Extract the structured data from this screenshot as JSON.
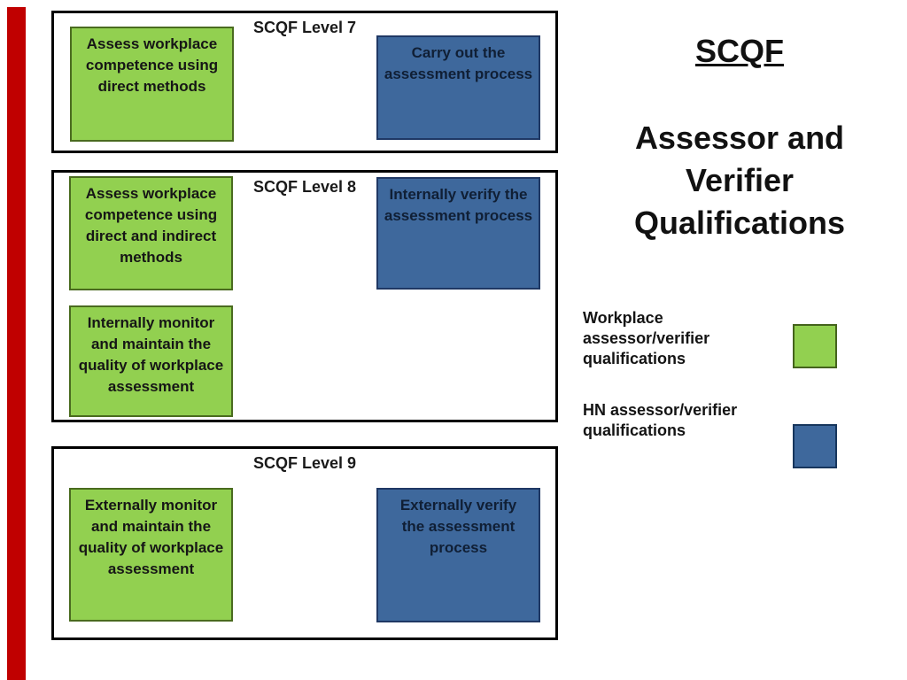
{
  "slide": {
    "background": "#ffffff",
    "accent_bar_color": "#c00000"
  },
  "title": {
    "heading": "SCQF",
    "subtitle": "Assessor and Verifier Qualifications"
  },
  "colors": {
    "workplace_green": "#92d050",
    "workplace_green_border": "#4a6b1f",
    "hn_blue": "#3e689c",
    "hn_blue_border": "#1f3864",
    "container_outline": "#000000"
  },
  "levels": [
    {
      "label": "SCQF Level 7",
      "boxes": [
        {
          "type": "workplace",
          "text": "Assess workplace competence using direct methods"
        },
        {
          "type": "hn",
          "text": "Carry out the assessment process"
        }
      ]
    },
    {
      "label": "SCQF Level 8",
      "boxes": [
        {
          "type": "workplace",
          "text": "Assess workplace competence using direct and indirect methods"
        },
        {
          "type": "hn",
          "text": "Internally verify the assessment process"
        },
        {
          "type": "workplace",
          "text": "Internally monitor and maintain the quality of workplace assessment"
        }
      ]
    },
    {
      "label": "SCQF Level 9",
      "boxes": [
        {
          "type": "workplace",
          "text": "Externally monitor and maintain the quality of workplace assessment"
        },
        {
          "type": "hn",
          "text": "Externally verify the assessment process"
        }
      ]
    }
  ],
  "legend": [
    {
      "label": "Workplace assessor/verifier qualifications",
      "color": "#92d050"
    },
    {
      "label": "HN assessor/verifier qualifications",
      "color": "#3e689c"
    }
  ]
}
